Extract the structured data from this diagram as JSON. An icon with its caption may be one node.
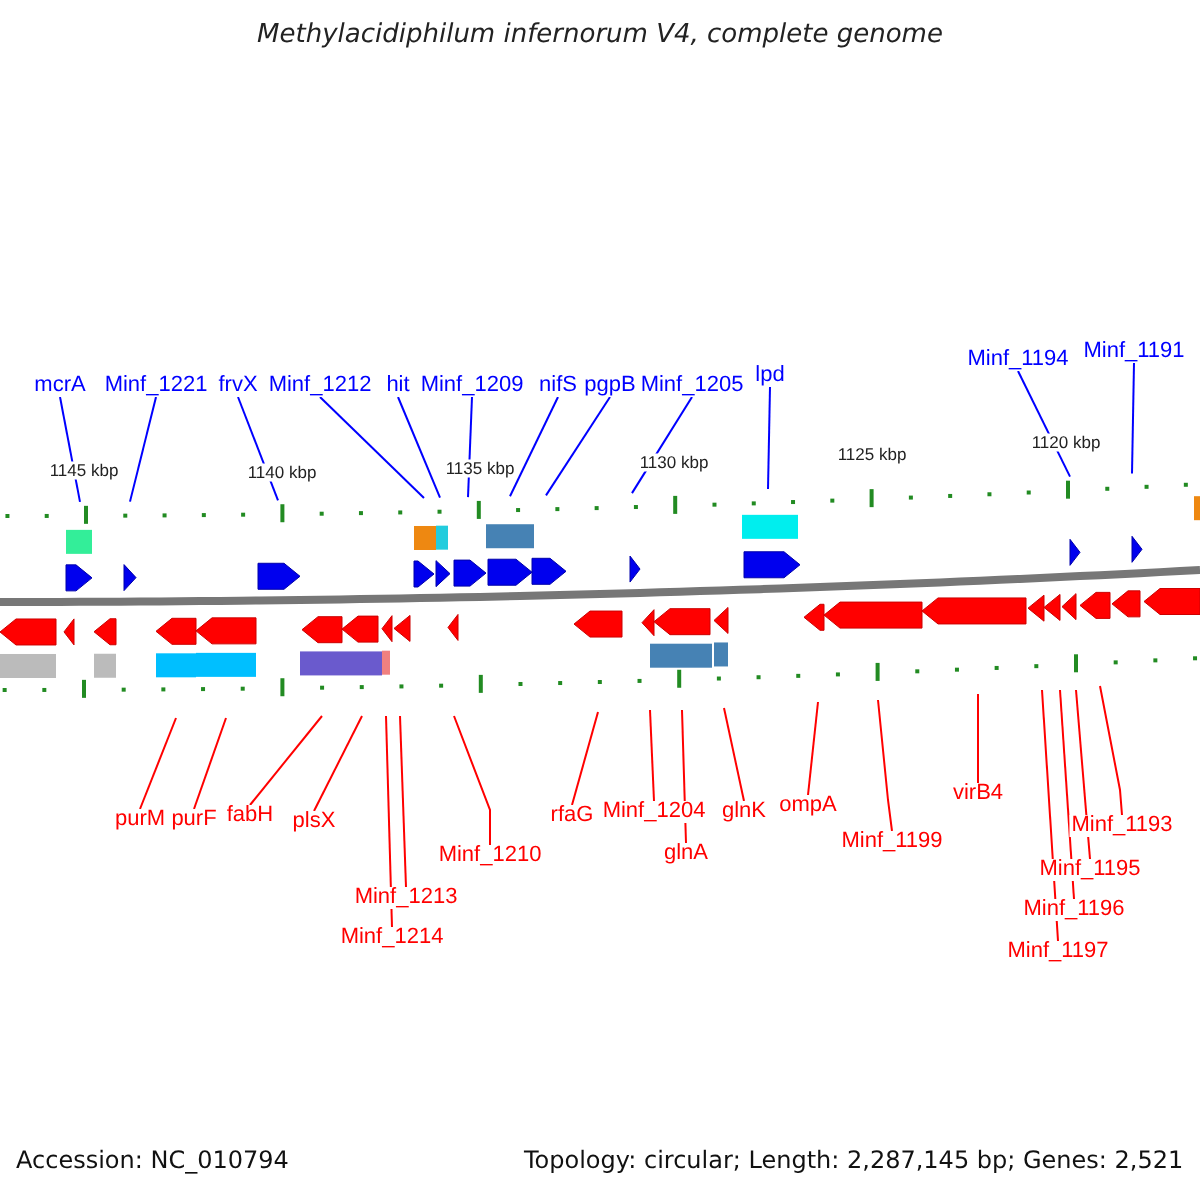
{
  "diagram": {
    "title": "Methylacidiphilum infernorum V4, complete genome",
    "nodes": [
      {
        "text": [
          "mcrA"
        ]
      },
      {
        "text": [
          "Minf_1221"
        ]
      },
      {
        "text": [
          "frvX"
        ]
      },
      {
        "text": [
          "Minf_1212"
        ]
      },
      {
        "text": [
          "hit"
        ]
      },
      {
        "text": [
          "Minf_1209"
        ]
      },
      {
        "text": [
          "nifS"
        ]
      },
      {
        "text": [
          "pgpB"
        ]
      },
      {
        "text": [
          "Minf_1205"
        ]
      },
      {
        "text": [
          "lpd"
        ]
      },
      {
        "text": [
          "Minf_1194"
        ]
      },
      {
        "text": [
          "Minf_1191"
        ]
      },
      {
        "text": [
          "purM"
        ]
      },
      {
        "text": [
          "purF"
        ]
      },
      {
        "text": [
          "fabH"
        ]
      },
      {
        "text": [
          "plsX"
        ]
      },
      {
        "text": [
          "Minf_1214"
        ]
      },
      {
        "text": [
          "Minf_1213"
        ]
      },
      {
        "text": [
          "Minf_1210"
        ]
      },
      {
        "text": [
          "rfaG"
        ]
      },
      {
        "text": [
          "Minf_1204"
        ]
      },
      {
        "text": [
          "glnA"
        ]
      },
      {
        "text": [
          "glnK"
        ]
      },
      {
        "text": [
          "ompA"
        ]
      },
      {
        "text": [
          "Minf_1199"
        ]
      },
      {
        "text": [
          "virB4"
        ]
      },
      {
        "text": [
          "Minf_1197"
        ]
      },
      {
        "text": [
          "Minf_1196"
        ]
      },
      {
        "text": [
          "Minf_1195"
        ]
      },
      {
        "text": [
          "Minf_1193"
        ]
      }
    ],
    "edges": [
      {
        "from": 0,
        "to": null,
        "arrow": "none",
        "color": "#0000ff"
      },
      {
        "from": 1,
        "to": null,
        "arrow": "none",
        "color": "#0000ff"
      },
      {
        "from": 2,
        "to": null,
        "arrow": "none",
        "color": "#0000ff"
      },
      {
        "from": 3,
        "to": null,
        "arrow": "none",
        "color": "#0000ff"
      },
      {
        "from": 4,
        "to": null,
        "arrow": "none",
        "color": "#0000ff"
      },
      {
        "from": 5,
        "to": null,
        "arrow": "none",
        "color": "#0000ff"
      },
      {
        "from": 6,
        "to": null,
        "arrow": "none",
        "color": "#0000ff"
      },
      {
        "from": 7,
        "to": null,
        "arrow": "none",
        "color": "#0000ff"
      },
      {
        "from": 8,
        "to": null,
        "arrow": "none",
        "color": "#0000ff"
      },
      {
        "from": 9,
        "to": null,
        "arrow": "none",
        "color": "#0000ff"
      },
      {
        "from": 10,
        "to": null,
        "arrow": "none",
        "color": "#0000ff"
      },
      {
        "from": 11,
        "to": null,
        "arrow": "none",
        "color": "#0000ff"
      },
      {
        "from": 12,
        "to": null,
        "arrow": "none"
      },
      {
        "from": 13,
        "to": null,
        "arrow": "none"
      },
      {
        "from": 14,
        "to": null,
        "arrow": "none"
      },
      {
        "from": 15,
        "to": null,
        "arrow": "none"
      },
      {
        "from": 16,
        "to": null,
        "arrow": "none"
      },
      {
        "from": 17,
        "to": null,
        "arrow": "none"
      },
      {
        "from": 18,
        "to": null,
        "arrow": "none"
      },
      {
        "from": 19,
        "to": null,
        "arrow": "none"
      },
      {
        "from": 20,
        "to": null,
        "arrow": "none"
      },
      {
        "from": 21,
        "to": null,
        "arrow": "none"
      },
      {
        "from": 22,
        "to": null,
        "arrow": "none"
      },
      {
        "from": 23,
        "to": null,
        "arrow": "none"
      },
      {
        "from": 24,
        "to": null,
        "arrow": "none"
      },
      {
        "from": 25,
        "to": null,
        "arrow": "none"
      },
      {
        "from": 26,
        "to": null,
        "arrow": "none"
      },
      {
        "from": 27,
        "to": null,
        "arrow": "none"
      },
      {
        "from": 28,
        "to": null,
        "arrow": "none"
      },
      {
        "from": 29,
        "to": null,
        "arrow": "none"
      }
    ],
    "labels": [
      "1145 kbp",
      "1140 kbp",
      "1135 kbp",
      "1130 kbp",
      "1125 kbp",
      "1120 kbp",
      "Accession: NC_010794",
      "Topology: circular; Length: 2,287,145 bp; Genes: 2,521"
    ]
  }
}
